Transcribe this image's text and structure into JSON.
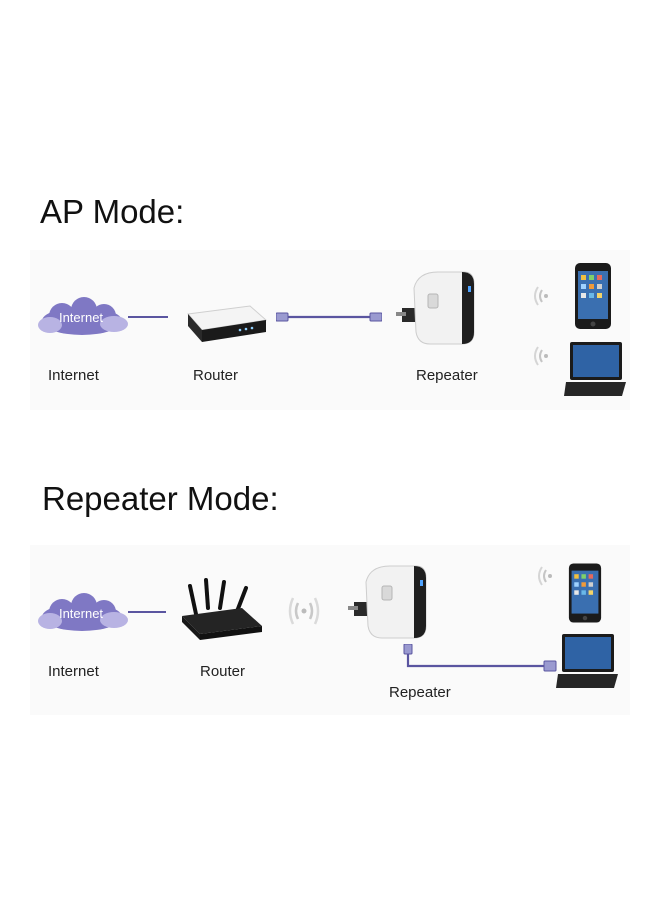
{
  "ap_mode": {
    "title": "AP Mode:",
    "cloud_text": "Internet",
    "labels": {
      "internet": "Internet",
      "router": "Router",
      "repeater": "Repeater"
    }
  },
  "repeater_mode": {
    "title": "Repeater Mode:",
    "cloud_text": "Internet",
    "labels": {
      "internet": "Internet",
      "router": "Router",
      "repeater": "Repeater"
    }
  },
  "colors": {
    "cloud": "#7f78c4",
    "cable": "#5a55a0",
    "device_dark": "#1d1d1d",
    "repeater_body": "#f2f2f2"
  }
}
